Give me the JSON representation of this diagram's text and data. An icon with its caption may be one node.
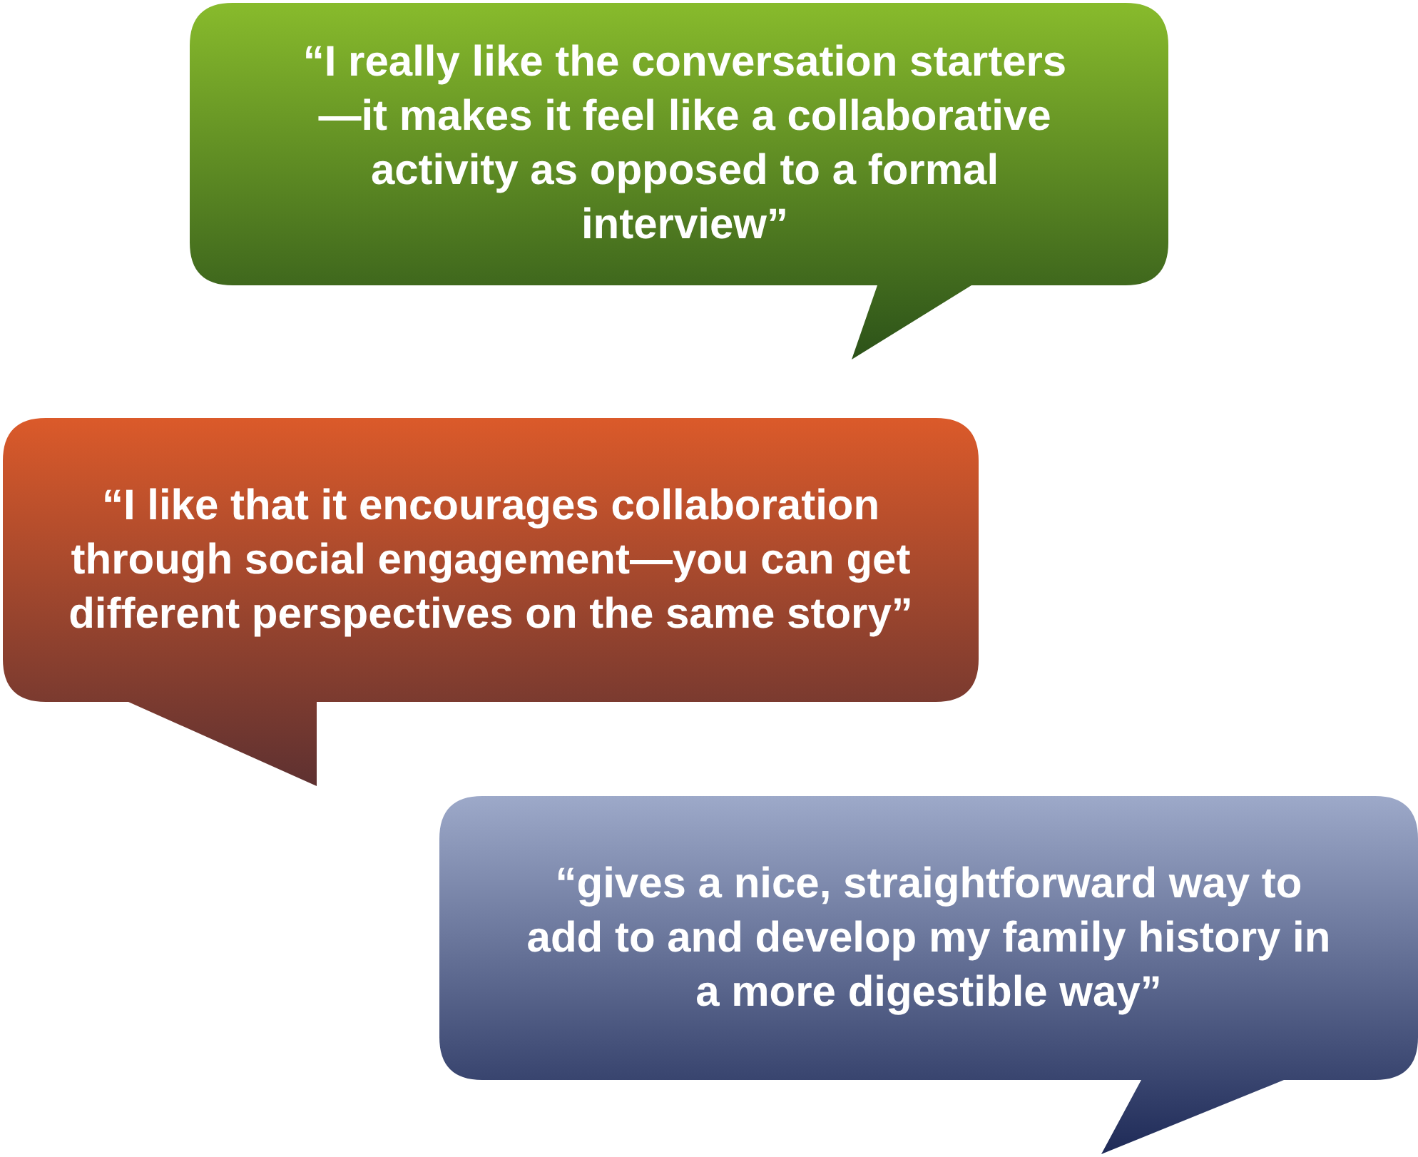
{
  "diagram": {
    "nodes": [
      {
        "text": [
          "“I really like the conversation starters—it makes it feel like a collaborative activity as opposed to a formal interview”"
        ]
      },
      {
        "text": [
          "“I like that it encourages collaboration through social engagement—you can get different perspectives on the same story”"
        ]
      },
      {
        "text": [
          "“gives a nice, straightforward way to add to and develop my family history in a more digestible way”"
        ]
      }
    ]
  }
}
